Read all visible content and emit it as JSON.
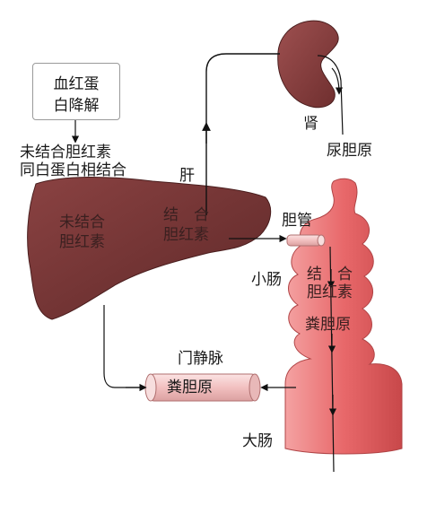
{
  "labels": {
    "hemoglobin_box": {
      "line1": "血红蛋",
      "line2": "白降解"
    },
    "unconj_bind": {
      "line1": "未结合胆红素",
      "line2": "同白蛋白相结合"
    },
    "liver": "肝",
    "liver_unconj": {
      "line1": "未结合",
      "line2": "胆红素"
    },
    "liver_conj": {
      "line1": "结　合",
      "line2": "胆红素"
    },
    "kidney": "肾",
    "urobilinogen": "尿胆原",
    "bile_duct": "胆管",
    "small_intestine": "小肠",
    "intestine_conj": {
      "line1": "结　合",
      "line2": "胆红素"
    },
    "stercobilinogen_intestine": "粪胆原",
    "portal_vein": "门静脉",
    "stercobilinogen_vein": "粪胆原",
    "large_intestine": "大肠"
  },
  "colors": {
    "liver": "#7a3535",
    "kidney": "#8a3e3e",
    "intestine": "#e05a5e",
    "vein": "#f3c8c8",
    "arrow": "#111111"
  }
}
